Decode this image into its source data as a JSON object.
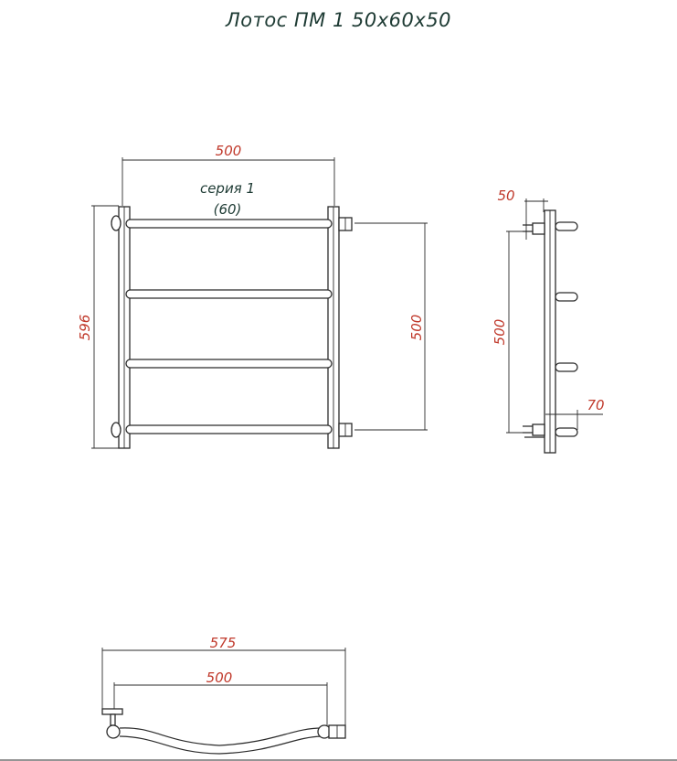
{
  "title": "Лотос ПМ 1  50х60х50",
  "front_view": {
    "width_dim": "500",
    "series_line1": "серия 1",
    "series_line2": "(60)",
    "height_dim": "596",
    "center_dim": "500"
  },
  "side_view": {
    "wall_offset_dim": "50",
    "center_dim": "500",
    "depth_dim": "70"
  },
  "top_view": {
    "overall_dim": "575",
    "center_dim": "500"
  }
}
